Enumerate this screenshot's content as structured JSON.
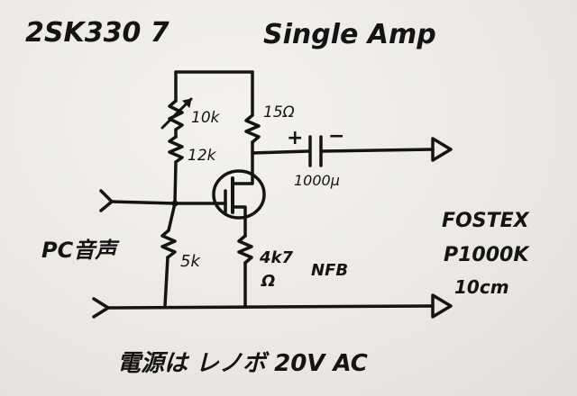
{
  "title": {
    "part": "2SK330 7",
    "name": "Single Amp"
  },
  "components": {
    "vr_top": "10k",
    "r_top": "12k",
    "r_drain": "15Ω",
    "cap_plus": "+",
    "cap_minus": "−",
    "cap_value": "1000μ",
    "r_bottom": "5k",
    "r_source": "4k7",
    "r_source_unit": "Ω",
    "nfb": "NFB"
  },
  "input_label": "PC音声",
  "output_label": {
    "line1": "FOSTEX",
    "line2": "P1000K",
    "line3": "10cm"
  },
  "power_note": "電源は レノボ 20V AC"
}
